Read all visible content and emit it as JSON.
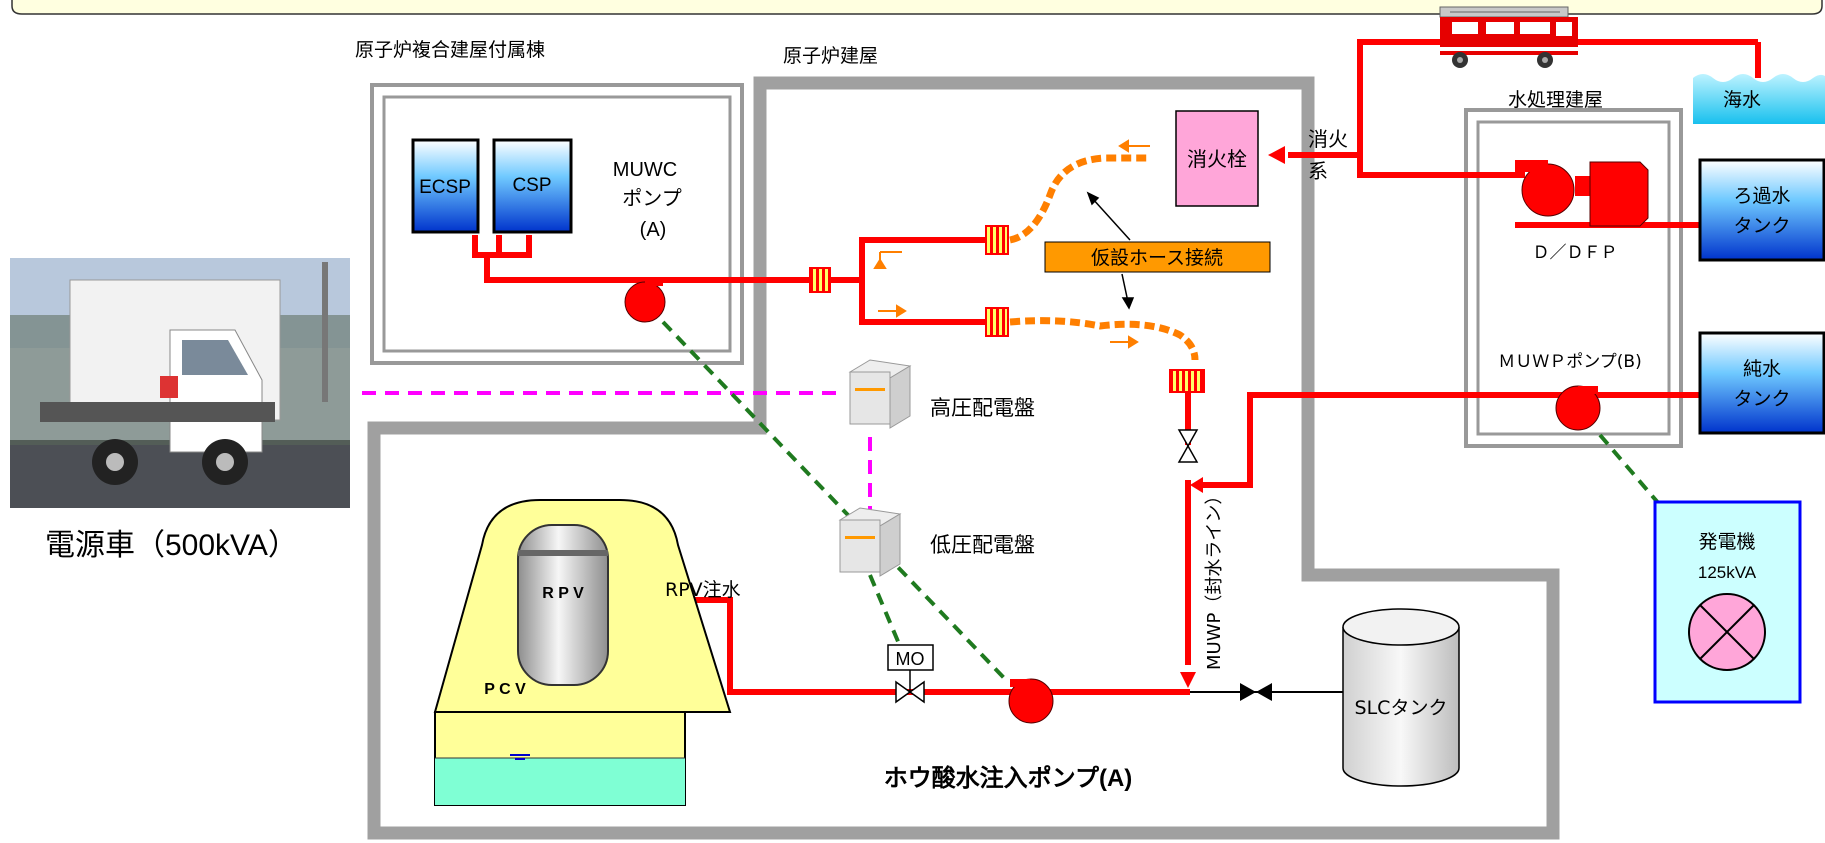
{
  "labels": {
    "reactor_complex_annex": "原子炉複合建屋付属棟",
    "reactor_building": "原子炉建屋",
    "water_treatment_building": "水処理建屋",
    "seawater": "海水",
    "ecsp": "ECSP",
    "csp": "CSP",
    "muwc_pump_line1": "MUWC",
    "muwc_pump_line2": "ポンプ",
    "muwc_pump_line3": "(A)",
    "fire_hydrant": "消火栓",
    "fire_system_line1": "消火",
    "fire_system_line2": "系",
    "temp_hose": "仮設ホース接続",
    "filtered_water_tank_line1": "ろ過水",
    "filtered_water_tank_line2": "タンク",
    "ddfp": "Ｄ／ＤＦＰ",
    "muwp_pump_b": "ＭＵＷＰポンプ(B)",
    "pure_water_tank_line1": "純水",
    "pure_water_tank_line2": "タンク",
    "hv_switchgear": "高圧配電盤",
    "lv_switchgear": "低圧配電盤",
    "power_vehicle": "電源車（500kVA）",
    "generator_line1": "発電機",
    "generator_line2": "125kVA",
    "rpv_injection": "RPV注水",
    "rpv": "R P V",
    "pcv": "P C V",
    "mo_valve": "MO",
    "muwp_seal_line": "MUWP（封水ライン）",
    "slc_tank": "SLCタンク",
    "borated_pump": "ホウ酸水注入ポンプ(A)"
  },
  "colors": {
    "pipe": "#ff0000",
    "hose": "#ff7f00",
    "building_wall": "#999999",
    "power_line": "#ff00ff",
    "control_line": "#1f7a1f",
    "hydrant_fill": "#ffa6d9",
    "hose_label_fill": "#ff9900",
    "pcv_fill": "#ffff99",
    "pool_water": "#7fffd4",
    "generator_fill": "#ccffff",
    "generator_border": "#0000ff",
    "title_red": "#ff2a2a",
    "building_label_blue": "#1a1aa0"
  }
}
